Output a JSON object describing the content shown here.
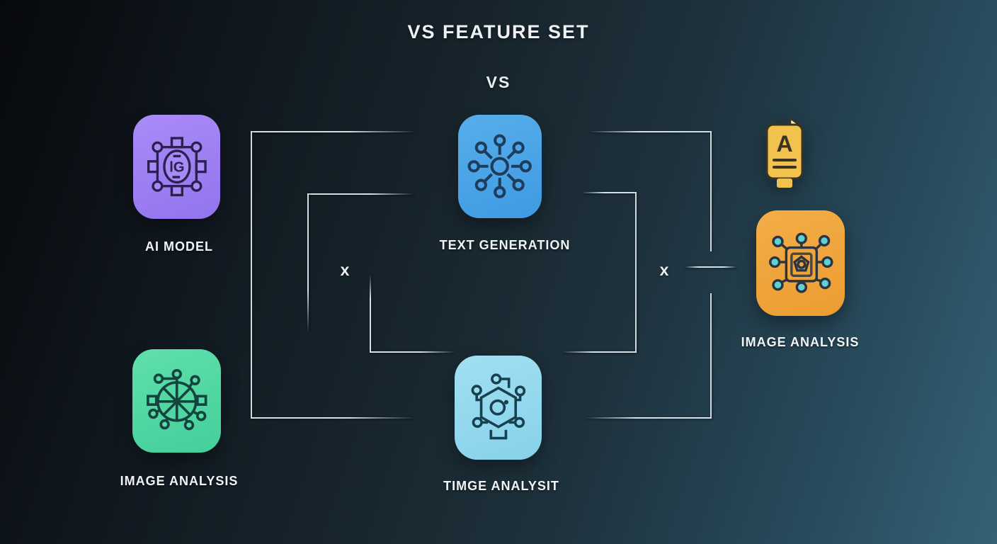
{
  "title": "VS FEATURE SET",
  "vs_label": "VS",
  "cross_marks": {
    "left": "x",
    "right": "x"
  },
  "nodes": {
    "ai_model": {
      "label": "AI MODEL",
      "color": "#9d7ef2",
      "icon": "chip-network-icon",
      "glyph": "lG"
    },
    "text_generation": {
      "label": "TEXT GENERATION",
      "color": "#4fa8e8",
      "icon": "hub-spokes-icon"
    },
    "image_analysis_left": {
      "label": "IMAGE ANALYSIS",
      "color": "#55d9a6",
      "icon": "wheel-network-icon"
    },
    "timge_analysit": {
      "label": "TIMGE ANALYSIT",
      "color": "#96d9ee",
      "icon": "hexagon-network-icon"
    },
    "document_card": {
      "label": "",
      "color": "#f2c24e",
      "icon": "document-a-icon",
      "letter": "A"
    },
    "image_analysis_right": {
      "label": "IMAGE ANALYSIS",
      "color": "#f0a63e",
      "icon": "chip-dots-icon"
    }
  },
  "colors": {
    "background_dark": "#0b0e12",
    "background_teal": "#336175",
    "line": "#dee8ee",
    "text": "#f1f4f6",
    "teal_dots": "#5ed1d2"
  }
}
